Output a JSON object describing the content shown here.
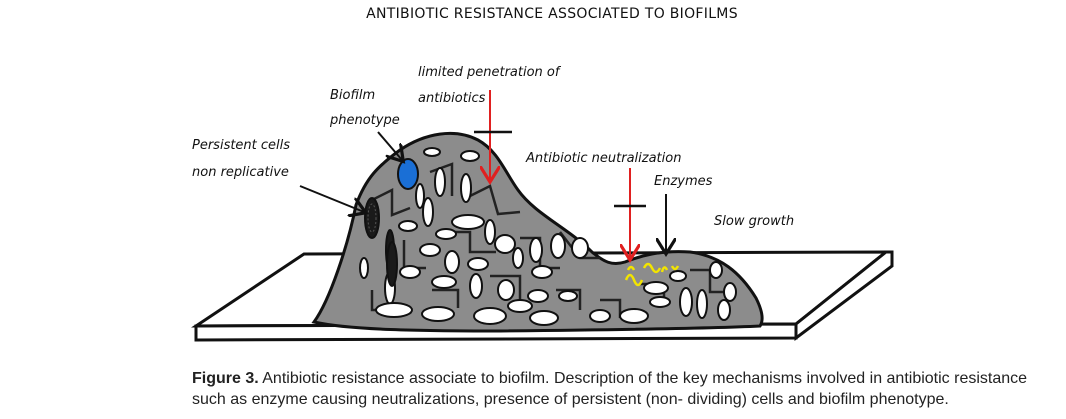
{
  "diagram": {
    "title": "ANTIBIOTIC RESISTANCE ASSOCIATED TO BIOFILMS",
    "labels": {
      "biofilm_phenotype_1": "Biofilm",
      "biofilm_phenotype_2": "phenotype",
      "limited_penetration_1": "limited penetration of",
      "limited_penetration_2": "antibiotics",
      "persistent_1": "Persistent cells",
      "persistent_2": "non replicative",
      "neutralization": "Antibiotic neutralization",
      "enzymes": "Enzymes",
      "slow_growth": "Slow growth"
    },
    "colors": {
      "biofilm_fill": "#8c8c8c",
      "phenotype_cell": "#1a6fd6",
      "antibiotic_arrow": "#e02020",
      "enzyme_marks": "#f2e400"
    }
  },
  "caption": {
    "lead": "Figure 3.",
    "text": " Antibiotic resistance associate to biofilm. Description of the key mechanisms involved in antibiotic resistance such as enzyme causing neutralizations, presence of persistent (non- dividing) cells and biofilm phenotype."
  }
}
